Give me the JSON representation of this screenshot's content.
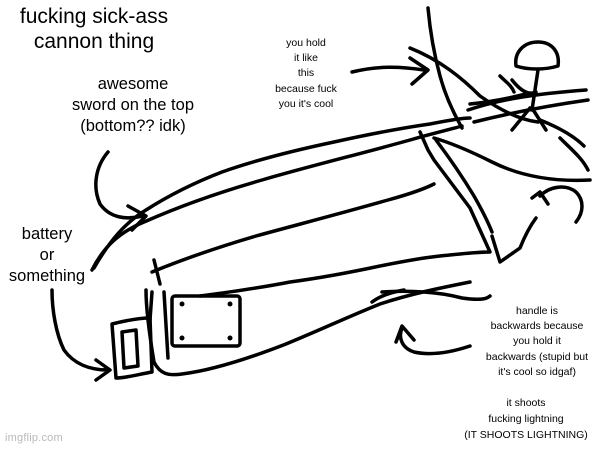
{
  "labels": {
    "title": "fucking sick-ass\ncannon thing",
    "sword": "awesome\nsword on the top\n(bottom?? idk)",
    "battery": "battery\nor\nsomething",
    "hold": "you hold\nit like\nthis\nbecause fuck\nyou it's cool",
    "handle": "handle is\nbackwards because\nyou hold it\nbackwards (stupid but\nit's cool so idgaf)",
    "lightning": "it shoots\nfucking lightning\n(IT SHOOTS LIGHTNING)"
  },
  "watermark": "imgflip.com",
  "colors": {
    "background": "#ffffff",
    "ink": "#000000",
    "watermark": "#b9b9b9"
  }
}
